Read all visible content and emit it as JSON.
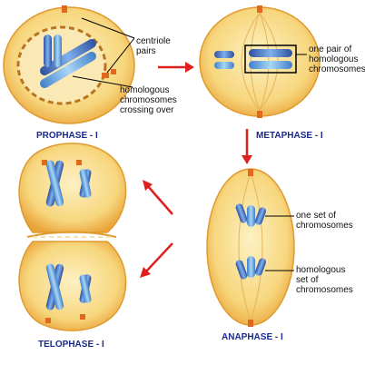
{
  "phases": {
    "prophase": "PROPHASE - I",
    "metaphase": "METAPHASE - I",
    "anaphase": "ANAPHASE - I",
    "telophase": "TELOPHASE - I"
  },
  "labels": {
    "centriole_pairs": [
      "centriole",
      "pairs"
    ],
    "crossing_over": [
      "homologous",
      "chromosomes",
      "crossing over"
    ],
    "homologous_pair": [
      "one pair of",
      "homologous",
      "chromosomes"
    ],
    "one_set": [
      "one set of",
      "chromosomes"
    ],
    "homologous_set": [
      "homologous",
      "set of",
      "chromosomes"
    ]
  },
  "colors": {
    "arrow": "#e0201f",
    "cell_fill": "#f7d77e",
    "cell_edge": "#e09a2e",
    "chromosome": "#5b8ed6",
    "chromosome_dark": "#2d4f9e",
    "centriole": "#e0691e",
    "phase_text": "#1a2a8c"
  }
}
